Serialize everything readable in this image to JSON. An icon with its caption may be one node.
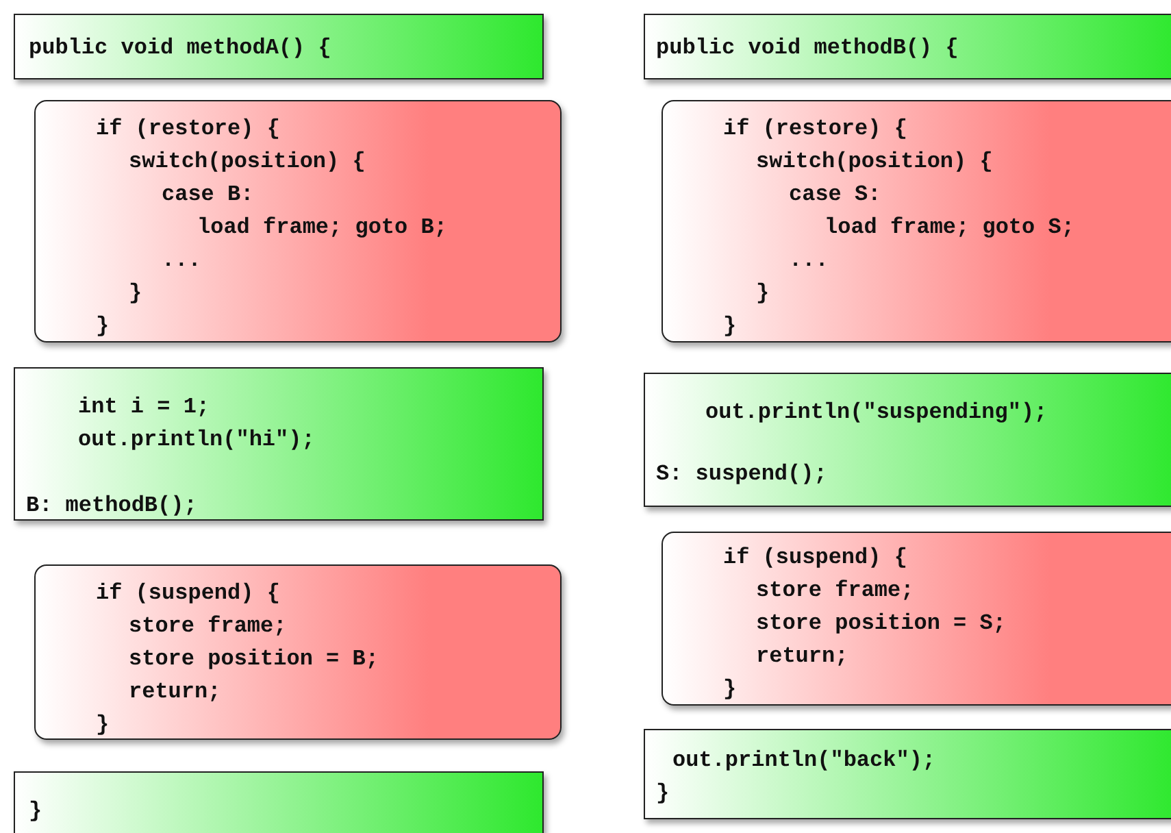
{
  "diagram": {
    "nodes": [
      {
        "text": [
          "public void methodA() {"
        ]
      },
      {
        "text": [
          "if (restore) {",
          "switch(position) {",
          "case B:",
          "load frame; goto B;",
          "...",
          "}",
          "}"
        ]
      },
      {
        "text": [
          "int i = 1;",
          "out.println(\"hi\");",
          "B: methodB();"
        ]
      },
      {
        "text": [
          "if (suspend) {",
          "store frame;",
          "store position = B;",
          "return;",
          "}"
        ]
      },
      {
        "text": [
          "}"
        ]
      },
      {
        "text": [
          "public void methodB() {"
        ]
      },
      {
        "text": [
          "if (restore) {",
          "switch(position) {",
          "case S:",
          "load frame; goto S;",
          "...",
          "}",
          "}"
        ]
      },
      {
        "text": [
          "out.println(\"suspending\");",
          "S: suspend();"
        ]
      },
      {
        "text": [
          "if (suspend) {",
          "store frame;",
          "store position = S;",
          "return;",
          "}"
        ]
      },
      {
        "text": [
          "out.println(\"back\");",
          "}"
        ]
      }
    ]
  }
}
